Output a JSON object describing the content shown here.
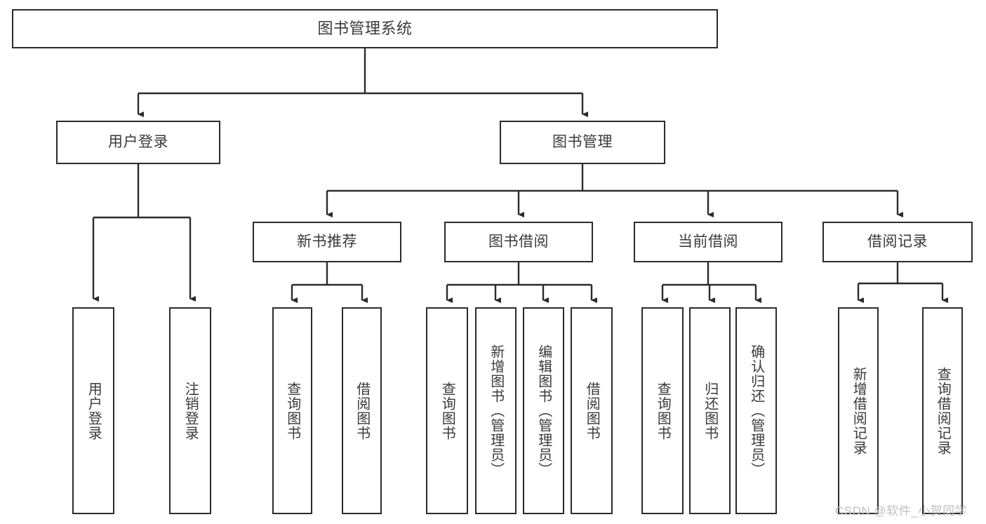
{
  "diagram": {
    "type": "tree-hierarchy-chart",
    "title": "图书管理系统",
    "colors": {
      "box_border": "#2b2b2b",
      "box_fill": "#ffffff",
      "edge": "#2b2b2b",
      "text": "#3a3a3a",
      "watermark": "#bfbfbf",
      "background": "#ffffff"
    },
    "root": {
      "label": "图书管理系统"
    },
    "level1": [
      {
        "id": "user-login",
        "label": "用户登录"
      },
      {
        "id": "book-management",
        "label": "图书管理"
      }
    ],
    "level2": [
      {
        "id": "new-book-recommend",
        "label": "新书推荐",
        "parent": "book-management"
      },
      {
        "id": "book-borrow",
        "label": "图书借阅",
        "parent": "book-management"
      },
      {
        "id": "current-borrow",
        "label": "当前借阅",
        "parent": "book-management"
      },
      {
        "id": "borrow-record",
        "label": "借阅记录",
        "parent": "book-management"
      }
    ],
    "leaves": {
      "user-login": [
        {
          "id": "leaf-user-login",
          "label": "用户登录"
        },
        {
          "id": "leaf-user-logout",
          "label": "注销登录"
        }
      ],
      "new-book-recommend": [
        {
          "id": "leaf-query-book-1",
          "label": "查询图书"
        },
        {
          "id": "leaf-borrow-book-1",
          "label": "借阅图书"
        }
      ],
      "book-borrow": [
        {
          "id": "leaf-query-book-2",
          "label": "查询图书"
        },
        {
          "id": "leaf-add-book",
          "label": "新增图书（管理员）"
        },
        {
          "id": "leaf-edit-book",
          "label": "编辑图书（管理员）"
        },
        {
          "id": "leaf-borrow-book-2",
          "label": "借阅图书"
        }
      ],
      "current-borrow": [
        {
          "id": "leaf-query-book-3",
          "label": "查询图书"
        },
        {
          "id": "leaf-return-book",
          "label": "归还图书"
        },
        {
          "id": "leaf-confirm-return",
          "label": "确认归还（管理员）"
        }
      ],
      "borrow-record": [
        {
          "id": "leaf-add-record",
          "label": "新增借阅记录"
        },
        {
          "id": "leaf-query-record",
          "label": "查询借阅记录"
        }
      ]
    },
    "watermark": "CSDN @软件_小贺同学"
  }
}
